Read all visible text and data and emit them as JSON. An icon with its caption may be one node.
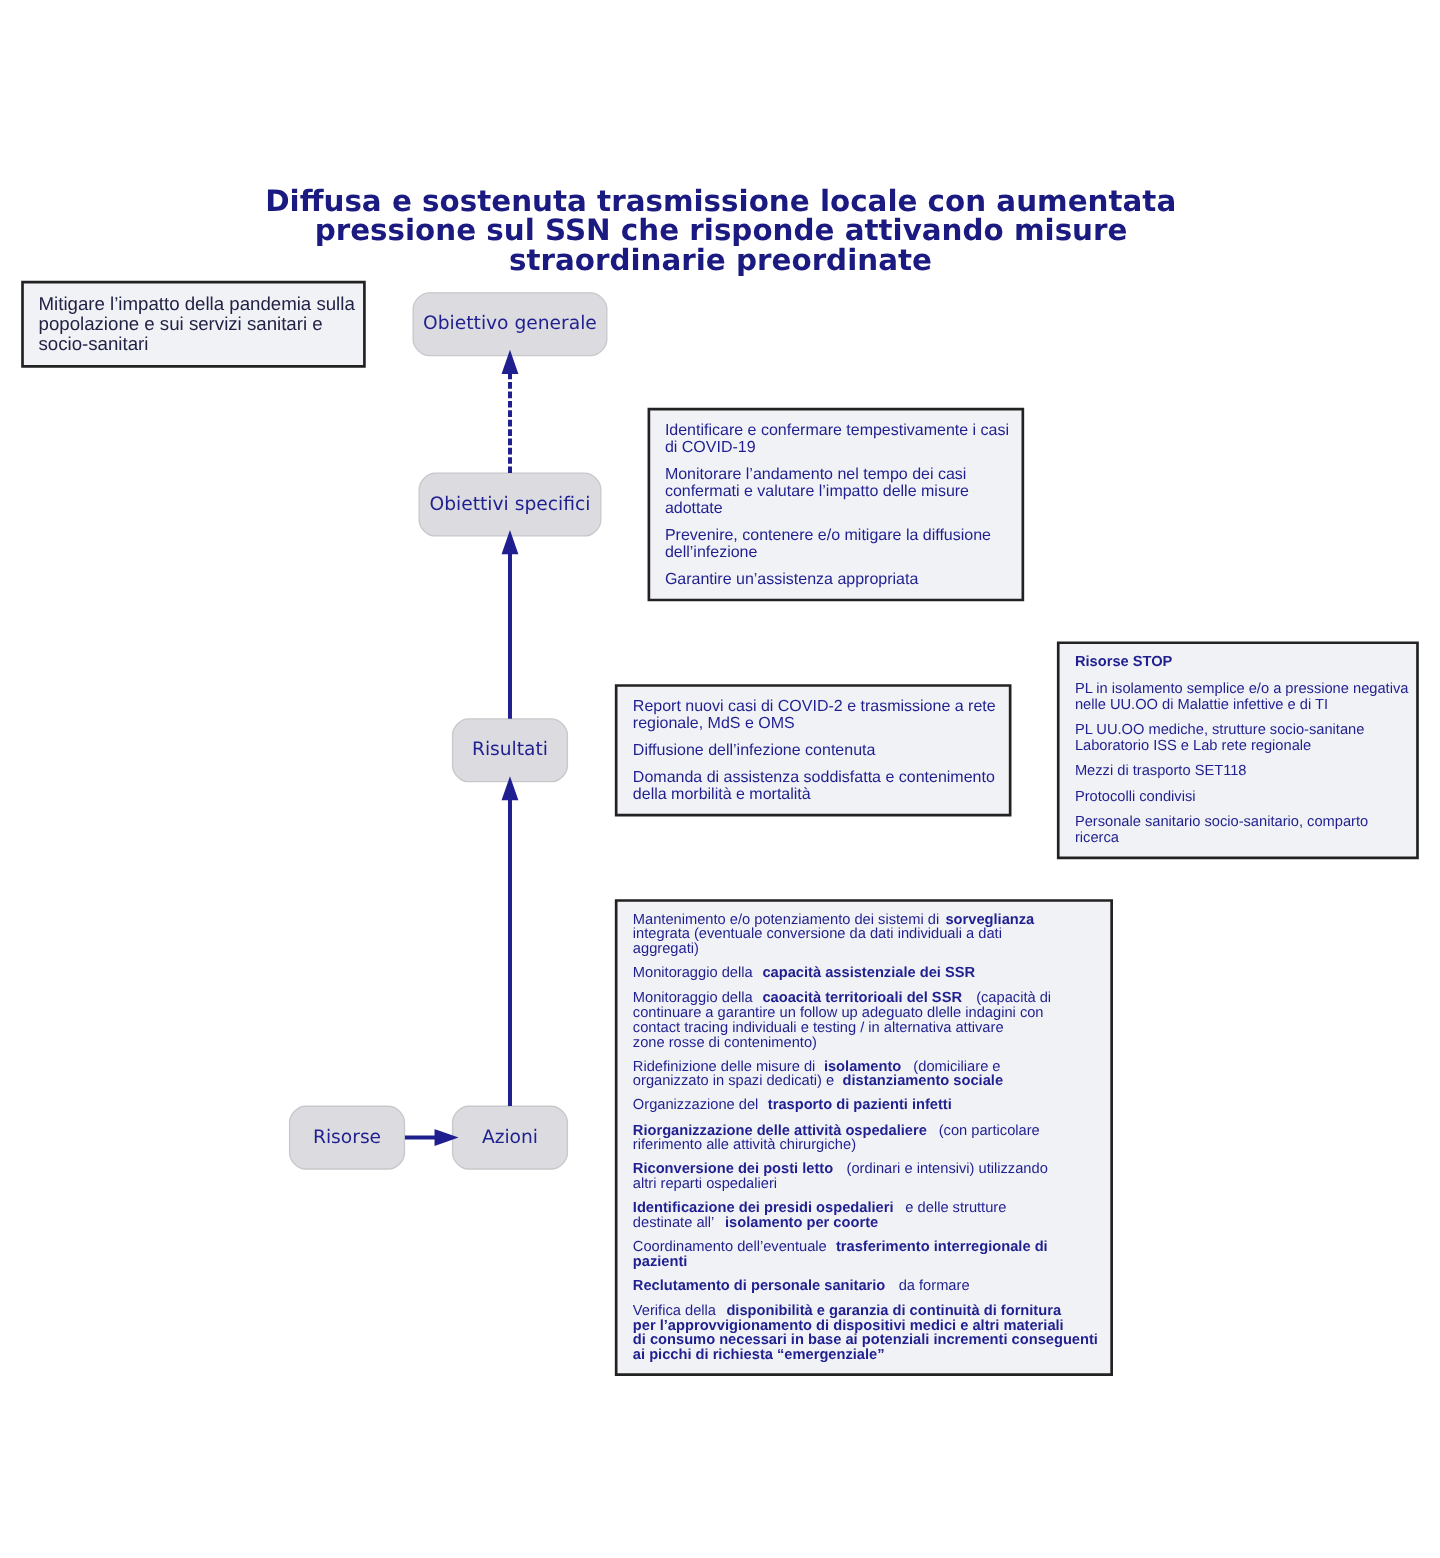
{
  "diagram": {
    "title": "Diffusa e sostenuta trasmissione locale con aumentata pressione sul SSN che risponde attivando misure straordinarie preordinate",
    "nodes": [
      {
        "text": [
          "Mitigare l’impatto della pandemia sulla popolazione e sui servizi sanitari e socio-sanitari"
        ]
      },
      {
        "text": [
          "Obiettivo generale"
        ]
      },
      {
        "text": [
          "Identificare e confermare tempestivamente i casi di COVID-19",
          "Monitorare l’andamento nel tempo dei casi confermati e valutare l’impatto delle misure adottate",
          "Prevenire, contenere e/o mitigare la diffusione dell’infezione",
          "Garantire un’assistenza appropriata"
        ]
      },
      {
        "text": [
          "Obiettivi specifici"
        ]
      },
      {
        "text": [
          "Report nuovi casi di COVID-2 e trasmissione a rete regionale, MdS e OMS",
          "Diffusione dell’infezione contenuta",
          "Domanda di assistenza soddisfatta e contenimento della morbilità e mortalità"
        ]
      },
      {
        "text": [
          "Risultati"
        ]
      },
      {
        "text": [
          "Risorse STOP",
          "PL in isolamento semplice e/o a pressione negativa nelle UU.OO di Malattie infettive e di TI",
          "PL UU.OO mediche, strutture socio-sanitane Laboratorio ISS e Lab rete regionale",
          "Mezzi di trasporto SET118",
          "Protocolli condivisi",
          "Personale sanitario socio-sanitario, comparto ricerca"
        ]
      },
      {
        "text": [
          "Mantenimento e/o potenziamento dei sistemi di **sorveglianza** integrata (eventuale conversione da dati individuali a dati aggregati)",
          "Monitoraggio della **capacità assistenziale dei SSR**",
          "Monitoraggio della **caoacità territorioali del SSR** (capacità di continuare a garantire un follow up adeguato dlelle indagini con contact tracing individuali e testing / in alternativa attivare zone rosse di contenimento)",
          "Ridefinizione delle misure di **isolamento** (domiciliare e organizzato in spazi dedicati) e **distanziamento sociale**",
          "Organizzazione del **trasporto di pazienti infetti**",
          "**Riorganizzazione delle attività ospedaliere** (con particolare riferimento alle attività chirurgiche)",
          "**Riconversione dei posti letto** (ordinari e intensivi) utilizzando altri reparti ospedalieri",
          "**Identificazione dei presidi ospedalieri** e delle strutture destinate all’**isolamento per coorte**",
          "Coordinamento dell’eventuale **trasferimento interregionale di pazienti**",
          "**Reclutamento di personale sanitario** da formare",
          "Verifica della **disponibilità e garanzia di continuità di fornitura per l’approvvigionamento di dispositivi medici e altri materiali di consumo necessari in base ai potenziali incrementi conseguenti ai picchi di richiesta “emergenziale”**"
        ]
      },
      {
        "text": [
          "Azioni"
        ]
      },
      {
        "text": [
          "Risorse"
        ]
      }
    ],
    "edges": [
      {
        "from": 3,
        "to": 1,
        "arrow": "to",
        "style": "dashed"
      },
      {
        "from": 5,
        "to": 3,
        "arrow": "to"
      },
      {
        "from": 8,
        "to": 5,
        "arrow": "to"
      },
      {
        "from": 9,
        "to": 8,
        "arrow": "to"
      }
    ]
  }
}
